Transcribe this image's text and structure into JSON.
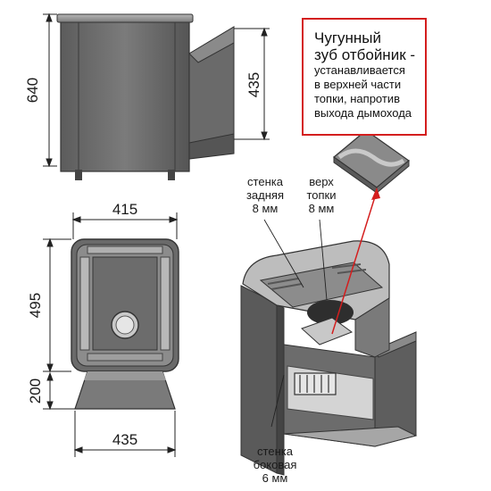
{
  "dimensions": {
    "side_height": "640",
    "side_flue_height": "435",
    "front_width": "415",
    "front_body_height": "495",
    "front_base_height": "200",
    "front_base_width": "435"
  },
  "callout": {
    "title_line1": "Чугунный",
    "title_line2": "зуб отбойник -",
    "body_line1": "устанавливается",
    "body_line2": "в верхней части",
    "body_line3": "топки, напротив",
    "body_line4": "выхода дымохода"
  },
  "labels": {
    "back_wall": [
      "стенка",
      "задняя",
      "8 мм"
    ],
    "firebox_top": [
      "верх",
      "топки",
      "8 мм"
    ],
    "side_wall": [
      "стенка",
      "боковая",
      "6 мм"
    ]
  },
  "colors": {
    "callout_border": "#d41e1e",
    "arrow": "#d41e1e",
    "metal_dark": "#4a4a4a",
    "metal_mid": "#6e6e6e",
    "metal_light": "#9a9a9a"
  }
}
